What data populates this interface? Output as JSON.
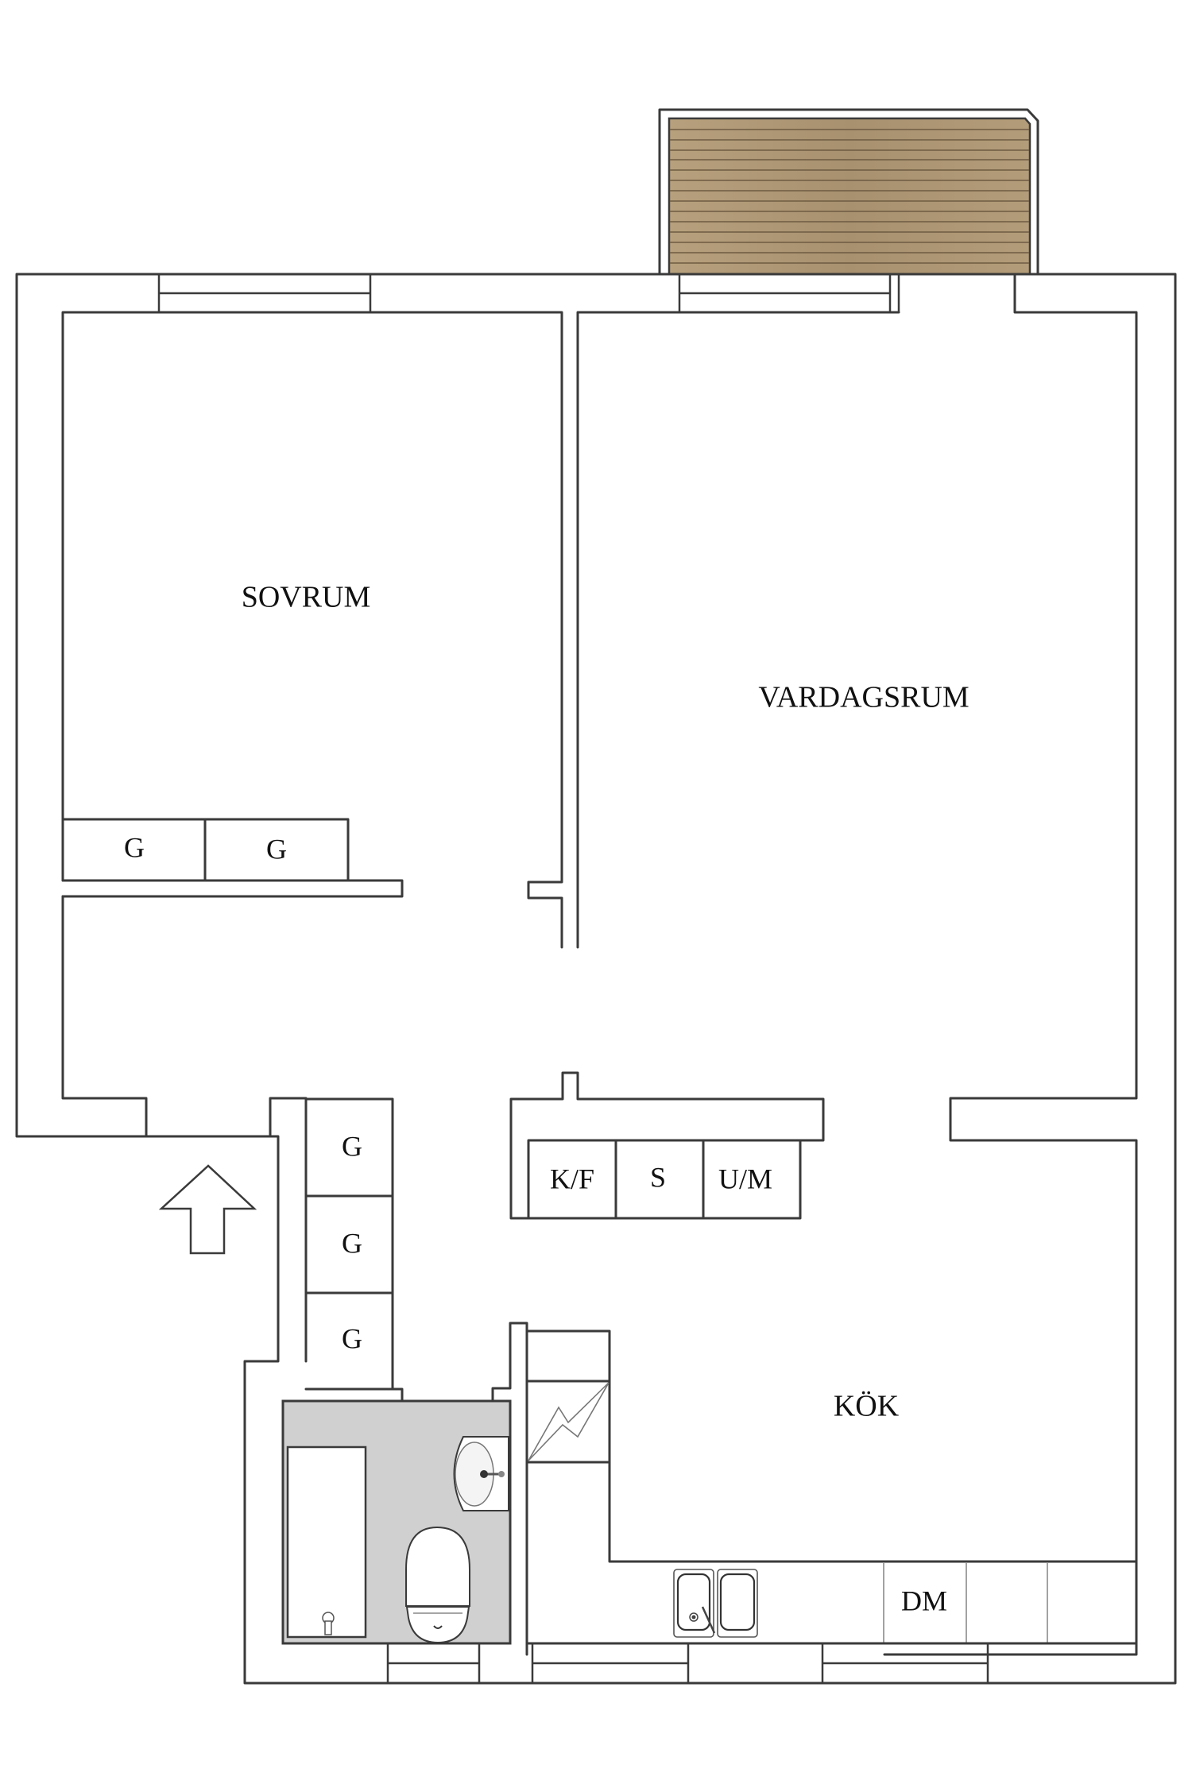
{
  "plan": {
    "rooms": [
      {
        "id": "bedroom",
        "label": "SOVRUM"
      },
      {
        "id": "living-room",
        "label": "VARDAGSRUM"
      },
      {
        "id": "kitchen",
        "label": "KÖK"
      }
    ],
    "bedroom_closets": [
      "G",
      "G"
    ],
    "hall_closets": [
      "G",
      "G",
      "G"
    ],
    "utility_units": [
      "K/F",
      "S",
      "U/M"
    ],
    "kitchen_units": [
      "DM"
    ],
    "entrance_arrow": "up-arrow-icon",
    "colors": {
      "wall": "#3a3a3a",
      "bathroom_floor": "#d0d0d0",
      "balcony_wood": "#b09a78",
      "balcony_plank_line": "#6e5b42",
      "background": "#ffffff"
    }
  }
}
